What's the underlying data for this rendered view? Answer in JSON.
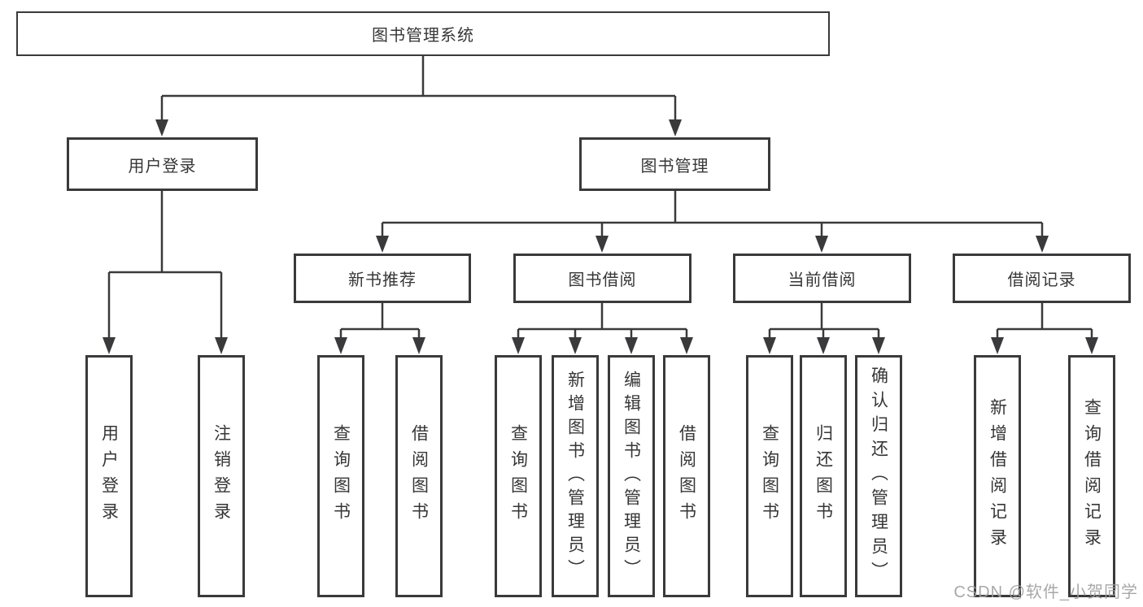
{
  "tree": {
    "root_label": "图书管理系统",
    "branches": [
      {
        "label": "用户登录",
        "leaves": [
          "用户登录",
          "注销登录"
        ]
      },
      {
        "label": "图书管理",
        "sections": [
          {
            "label": "新书推荐",
            "leaves": [
              "查询图书",
              "借阅图书"
            ]
          },
          {
            "label": "图书借阅",
            "leaves": [
              "查询图书",
              "新增图书（管理员）",
              "编辑图书（管理员）",
              "借阅图书"
            ]
          },
          {
            "label": "当前借阅",
            "leaves": [
              "查询图书",
              "归还图书",
              "确认归还（管理员）"
            ]
          },
          {
            "label": "借阅记录",
            "leaves": [
              "新增借阅记录",
              "查询借阅记录"
            ]
          }
        ]
      }
    ]
  },
  "watermark": {
    "text": "CSDN @软件_小贺同学"
  },
  "colors": {
    "line": "#3a3a3c",
    "box_border": "#3a3a3c",
    "text": "#363636",
    "watermark": "#9e9e9e",
    "background": "#ffffff"
  }
}
